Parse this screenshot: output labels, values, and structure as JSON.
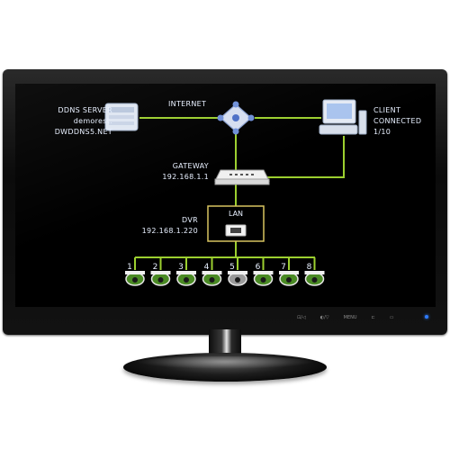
{
  "diagram": {
    "ddns": {
      "title": "DDNS SERVER",
      "line2": "demorest.",
      "line3": "DWDDNS5.NET"
    },
    "internet": {
      "label": "INTERNET"
    },
    "client": {
      "title": "CLIENT",
      "line2": "CONNECTED",
      "line3": "1/10"
    },
    "gateway": {
      "label": "GATEWAY",
      "ip": "192.168.1.1"
    },
    "dvr": {
      "label": "DVR",
      "ip": "192.168.1.220"
    },
    "lan": {
      "label": "LAN"
    },
    "cameras": [
      "1",
      "2",
      "3",
      "4",
      "5",
      "6",
      "7",
      "8"
    ],
    "colors": {
      "link": "#9ccf2f",
      "lan_box": "#d8c460",
      "text": "#e8f0ff",
      "camera_active": "#4a8a24"
    }
  },
  "monitor": {
    "buttons": [
      "⊡/◁",
      "◐/▽",
      "MENU",
      "⊏",
      "▭"
    ]
  }
}
